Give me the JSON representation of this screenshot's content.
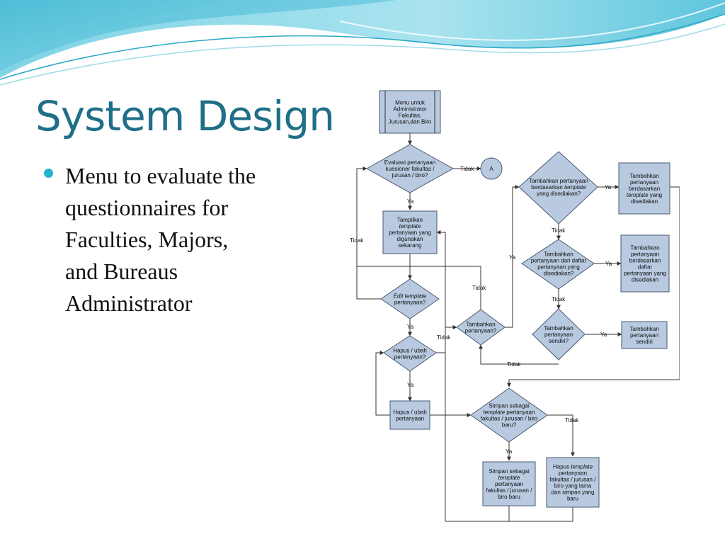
{
  "slide": {
    "title": "System Design",
    "bullet_lines": [
      "Menu to evaluate the",
      "questionnaires for",
      "Faculties, Majors,",
      "and Bureaus",
      "Administrator"
    ]
  },
  "colors": {
    "title": "#1e6f87",
    "bullet": "#24b3cf",
    "shape_fill": "#b8c9e0",
    "wave": "#5fc6dd"
  },
  "flowchart": {
    "start": {
      "lines": [
        "Menu untuk",
        "Administrator",
        "Fakultas,",
        "Jurusan,dan Biro"
      ]
    },
    "d_eval": {
      "lines": [
        "Evaluasi pertanyaan",
        "kuesioner fakultas /",
        "jurusan / biro?"
      ]
    },
    "connector_a": {
      "label": "A"
    },
    "p_show": {
      "lines": [
        [
          {
            "t": "Tampilkan"
          }
        ],
        [
          {
            "t": "template",
            "i": true
          }
        ],
        [
          {
            "t": "pertanyaan yang"
          }
        ],
        [
          {
            "t": "digunakan"
          }
        ],
        [
          {
            "t": "sekarang"
          }
        ]
      ]
    },
    "d_edit": {
      "lines": [
        [
          {
            "t": "Edit template",
            "i": true
          }
        ],
        [
          {
            "t": "pertanyaan?"
          }
        ]
      ]
    },
    "d_hapus": {
      "lines": [
        "Hapus / ubah",
        "pertanyaan?"
      ]
    },
    "p_hapus": {
      "lines": [
        "Hapus / ubah",
        "pertanyaan"
      ]
    },
    "d_tambah": {
      "lines": [
        "Tambahkan",
        "pertanyaan?"
      ]
    },
    "d_t1": {
      "lines": [
        [
          {
            "t": "Tambahkan pertanyaan"
          }
        ],
        [
          {
            "t": "berdasarkan "
          },
          {
            "t": "template",
            "i": true
          }
        ],
        [
          {
            "t": "yang disediakan?"
          }
        ]
      ]
    },
    "p_t1": {
      "lines": [
        [
          {
            "t": "Tambahkan"
          }
        ],
        [
          {
            "t": "pertanyaan"
          }
        ],
        [
          {
            "t": "berdasarkan"
          }
        ],
        [
          {
            "t": "template",
            "i": true
          },
          {
            "t": " yang"
          }
        ],
        [
          {
            "t": "disediakan"
          }
        ]
      ]
    },
    "d_t2": {
      "lines": [
        "Tambahkan",
        "pertanyaan dari daftar",
        "pertanyaan yang",
        "disediakan?"
      ]
    },
    "p_t2": {
      "lines": [
        "Tambahkan",
        "pertanyaan",
        "berdasarkan",
        "daftar",
        "pertanyaan yang",
        "disediakan"
      ]
    },
    "d_t3": {
      "lines": [
        "Tambahkan",
        "pertanyaan",
        "sendiri?"
      ]
    },
    "p_t3": {
      "lines": [
        "Tambahkan",
        "pertanyaan",
        "sendiri"
      ]
    },
    "d_simpan": {
      "lines": [
        [
          {
            "t": "Simpan sebagai"
          }
        ],
        [
          {
            "t": "template",
            "i": true
          },
          {
            "t": " pertanyaan"
          }
        ],
        [
          {
            "t": "fakultas / jurusan / biro"
          }
        ],
        [
          {
            "t": "baru?"
          }
        ]
      ]
    },
    "p_simpan": {
      "lines": [
        [
          {
            "t": "Simpan sebagai"
          }
        ],
        [
          {
            "t": "template",
            "i": true
          }
        ],
        [
          {
            "t": "pertanyaan"
          }
        ],
        [
          {
            "t": "fakultas / jurusan /"
          }
        ],
        [
          {
            "t": "biro baru"
          }
        ]
      ]
    },
    "p_hapus_tpl": {
      "lines": [
        [
          {
            "t": "Hapus "
          },
          {
            "t": "template",
            "i": true
          }
        ],
        [
          {
            "t": "pertanyaan"
          }
        ],
        [
          {
            "t": "fakultas / jurusan /"
          }
        ],
        [
          {
            "t": "biro yang lama"
          }
        ],
        [
          {
            "t": "dan simpan yang"
          }
        ],
        [
          {
            "t": "baru"
          }
        ]
      ]
    },
    "labels": {
      "eval_tidak": "Tidak",
      "eval_ya": "Ya",
      "loop_tidak": "Tidak",
      "edit_ya": "Ya",
      "edit_tidak": "Tidak",
      "hapus_ya": "Ya",
      "hapus_tidak": "Tidak",
      "tambah_ya": "Ya",
      "t1_ya": "Ya",
      "t1_tidak": "Tidak",
      "t2_ya": "Ya",
      "t2_tidak": "Tidak",
      "t3_ya": "Ya",
      "t3_tidak": "Tidak",
      "simpan_ya": "Ya",
      "simpan_tidak": "Tidak"
    }
  }
}
